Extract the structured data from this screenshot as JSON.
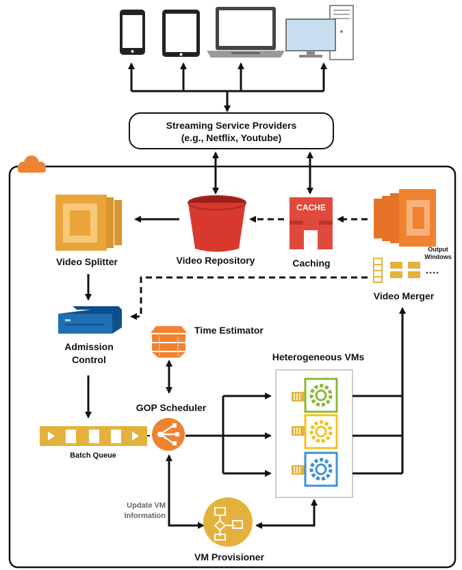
{
  "provider": {
    "line1": "Streaming Service Providers",
    "line2": "(e.g., Netflix, Youtube)"
  },
  "cache_icon_text": "CACHE",
  "labels": {
    "video_splitter": "Video Splitter",
    "video_repository": "Video Repository",
    "caching": "Caching",
    "video_merger": "Video Merger",
    "output_windows_1": "Output",
    "output_windows_2": "Windows",
    "admission_1": "Admission",
    "admission_2": "Control",
    "time_estimator": "Time Estimator",
    "heterogeneous_vms": "Heterogeneous VMs",
    "gop_scheduler": "GOP Scheduler",
    "batch_queue": "Batch Queue",
    "update_vm_1": "Update VM",
    "update_vm_2": "Information",
    "vm_provisioner": "VM Provisioner"
  },
  "devices": [
    "smartphone",
    "tablet",
    "laptop",
    "desktop"
  ],
  "colors": {
    "amber": "#E9A53A",
    "red": "#D9382E",
    "orange": "#F08332",
    "blue": "#1F6FB5",
    "green": "#8AB833",
    "yellow": "#F4C21B",
    "light_blue": "#3C8FD9",
    "gold": "#E4B23C"
  }
}
